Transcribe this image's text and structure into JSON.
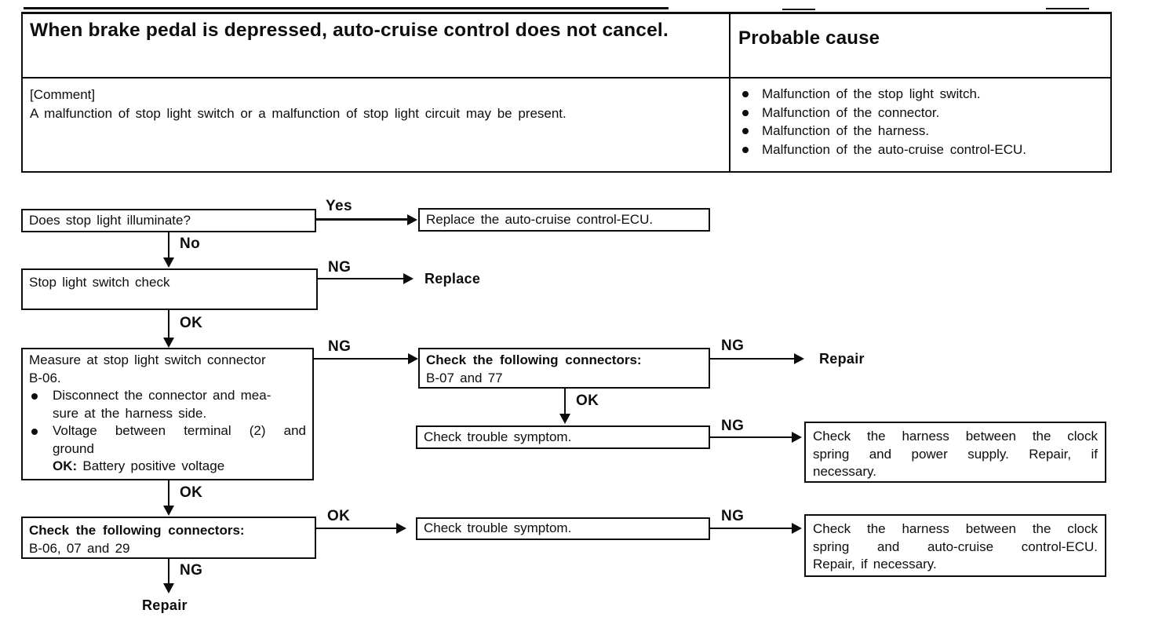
{
  "header": {
    "symptom": "When brake pedal is depressed, auto-cruise control does not cancel.",
    "probable_cause_title": "Probable cause",
    "comment_label": "[Comment]",
    "comment_text": "A malfunction of stop light switch or a malfunction of stop light circuit may be present.",
    "causes": [
      "Malfunction of the stop light switch.",
      "Malfunction of the connector.",
      "Malfunction of the harness.",
      "Malfunction of the auto-cruise control-ECU."
    ]
  },
  "flow": {
    "q_illuminate": "Does stop light illuminate?",
    "replace_ecu": "Replace the auto-cruise control-ECU.",
    "switch_check": "Stop light switch check",
    "measure": {
      "l1": "Measure at stop light switch connector",
      "l2": "B-06.",
      "b1l1": "Disconnect the connector and mea-",
      "b1l2": "sure at the harness side.",
      "b2l1": "Voltage between terminal (2) and",
      "b2l2": "ground",
      "ok_key": "OK:",
      "ok_val": "Battery positive voltage"
    },
    "conn_b07": {
      "l1": "Check the following connectors:",
      "l2": "B-07 and 77"
    },
    "trouble1": "Check trouble symptom.",
    "harness_power": {
      "l1": "Check the harness between the clock",
      "l2": "spring and power supply. Repair, if",
      "l3": "necessary."
    },
    "conn_b06": {
      "l1": "Check the following connectors:",
      "l2": "B-06, 07 and 29"
    },
    "trouble2": "Check trouble symptom.",
    "harness_ecu": {
      "l1": "Check the harness between the clock",
      "l2": "spring and auto-cruise control-ECU.",
      "l3": "Repair, if necessary."
    },
    "labels": {
      "yes": "Yes",
      "no": "No",
      "ok": "OK",
      "ng": "NG"
    },
    "replace": "Replace",
    "repair": "Repair"
  }
}
